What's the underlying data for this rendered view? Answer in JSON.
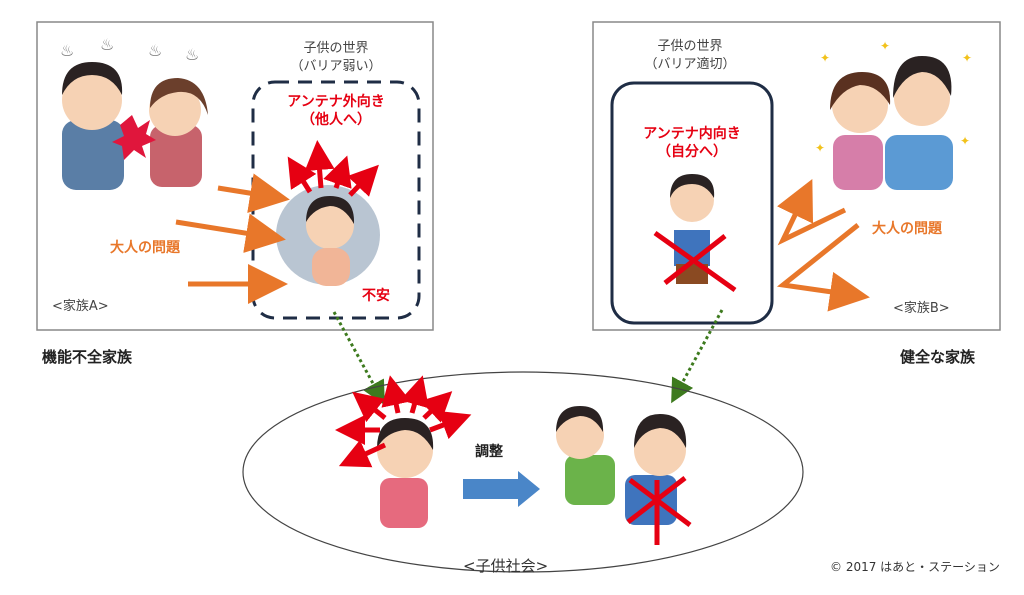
{
  "family_a": {
    "label": "<家族A>",
    "world_title": "子供の世界",
    "world_sub": "（バリア弱い）",
    "antenna_line1": "アンテナ外向き",
    "antenna_line2": "（他人へ）",
    "problem": "大人の問題",
    "anxiety": "不安",
    "caption": "機能不全家族"
  },
  "family_b": {
    "label": "<家族B>",
    "world_title": "子供の世界",
    "world_sub": "（バリア適切）",
    "antenna_line1": "アンテナ内向き",
    "antenna_line2": "（自分へ）",
    "problem": "大人の問題",
    "caption": "健全な家族"
  },
  "society": {
    "label": "<子供社会>",
    "adjust": "調整"
  },
  "copyright": "© 2017 はあと・ステーション",
  "colors": {
    "red": "#e60012",
    "orange": "#e8772a",
    "navy": "#1f2d45",
    "blue_arrow": "#4a86c8",
    "dotted": "#3d7a1e"
  }
}
